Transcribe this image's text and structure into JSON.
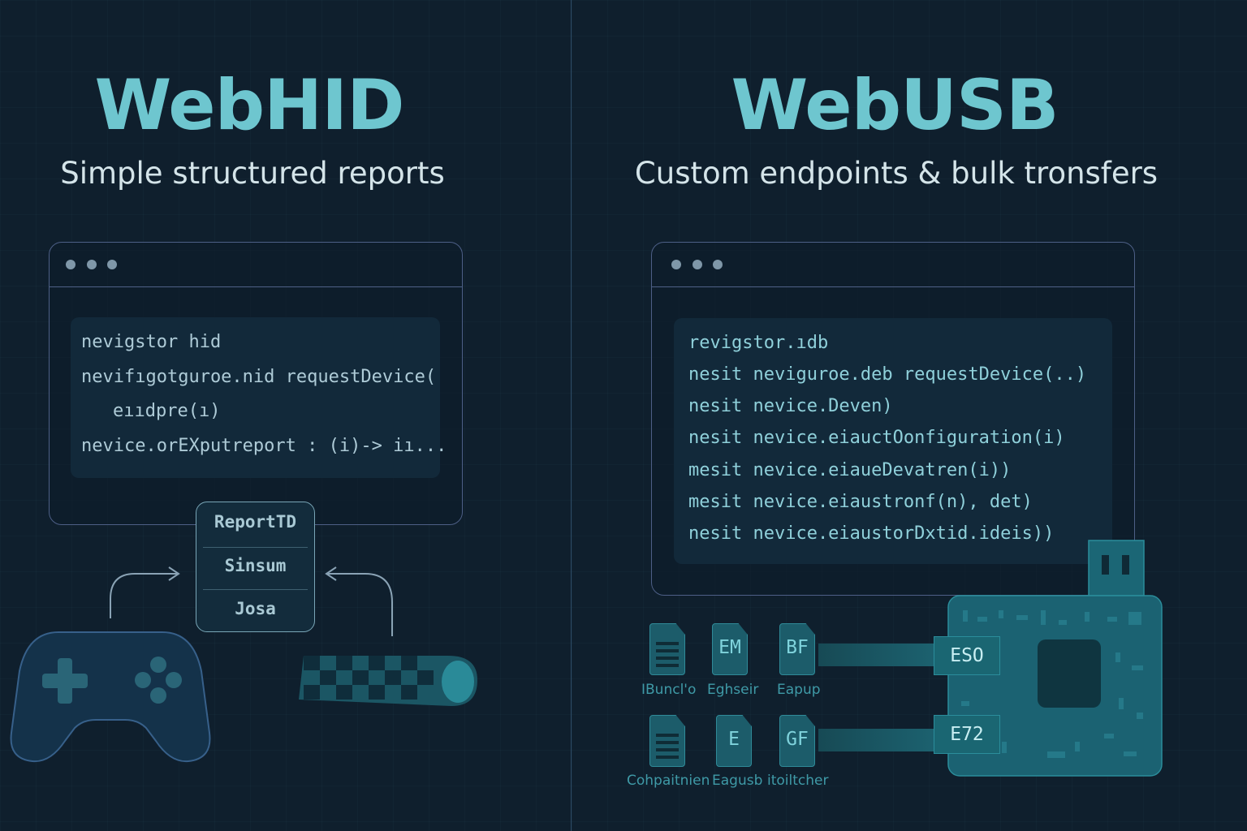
{
  "left": {
    "title": "WebHID",
    "subtitle": "Simple structured reports",
    "code_lines": [
      "nevigstor hid",
      "nevifıgotguroe.nid requestDevice(",
      "eııdpre(ı)",
      "nevice.orEXputreport : (i)-> iı..."
    ],
    "report_fields": [
      "ReportTD",
      "Sinsum",
      "Josa"
    ],
    "icons": [
      "gamepad-icon",
      "keyboard-icon"
    ]
  },
  "right": {
    "title": "WebUSB",
    "subtitle": "Custom endpoints & bulk tronsfers",
    "code_lines": [
      "revigstor.ıdb",
      "nesit neviguroe.deb requestDevice(..)",
      "nesit nevice.Deven)",
      "nesit nevice.eiauctOonfiguration(i)",
      "mesit nevice.eiaueDevatren(i))",
      "mesit nevice.eiaustronf(n), det)",
      "nesit nevice.eiaustorDxtid.ideis))"
    ],
    "endpoints": [
      {
        "files": [
          {
            "label": "",
            "caption": "IBuncl'o"
          },
          {
            "label": "EM",
            "caption": "Eghseir"
          },
          {
            "label": "BF",
            "caption": "Eapup"
          }
        ],
        "tag": "ESO"
      },
      {
        "files": [
          {
            "label": "",
            "caption": "Cohpaitnien"
          },
          {
            "label": "E",
            "caption": "Eagusb"
          },
          {
            "label": "GF",
            "caption": "itoiltcher"
          }
        ],
        "tag": "E72"
      }
    ],
    "icons": [
      "usb-board-icon",
      "usb-connector-icon",
      "document-icon"
    ]
  },
  "colors": {
    "background": "#0f1f2d",
    "title": "#6ec6cf",
    "accent": "#1a6672",
    "window_border": "#4d5f86"
  }
}
